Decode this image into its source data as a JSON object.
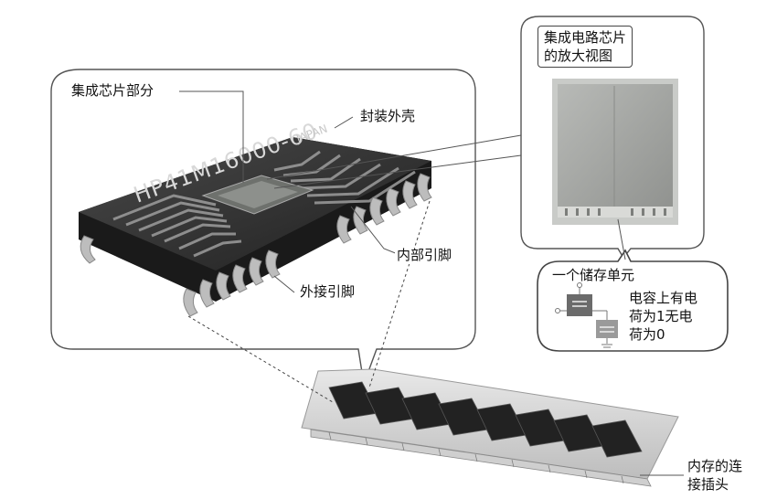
{
  "labels": {
    "chip_section": "集成芯片部分",
    "housing": "封装外壳",
    "internal_pins": "内部引脚",
    "external_pins": "外接引脚",
    "zoom_title_line1": "集成电路芯片",
    "zoom_title_line2": "的放大视图",
    "storage_unit": "一个储存单元",
    "capacitor_line1": "电容上有电",
    "capacitor_line2": "荷为1无电",
    "capacitor_line3": "荷为0",
    "connector_line1": "内存的连",
    "connector_line2": "接插头"
  },
  "chip_marking": {
    "model": "HP41M16000-60",
    "origin": "JAPAN"
  },
  "colors": {
    "chip_body": "#2b2b2b",
    "pin_metal": "#b9b9b9",
    "die_face": "#a9aba8",
    "callout_stroke": "#555555"
  }
}
